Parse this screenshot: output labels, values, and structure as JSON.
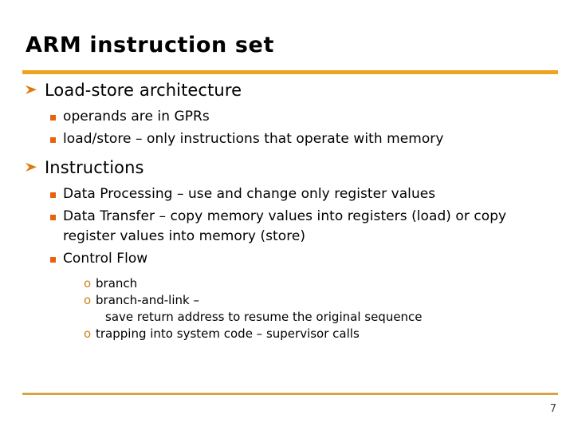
{
  "slide": {
    "title": "ARM instruction set",
    "page_number": "7",
    "accent_color_top_rule": "#EDA521",
    "accent_color_bottom_rule": "#D9A441",
    "marker_color_level1": "#E07B10",
    "marker_color_level2": "#E8620C",
    "marker_color_level3": "#D2811A",
    "text_color": "#000000"
  },
  "markers": {
    "level1": "arrow-bullet",
    "level2": "square-bullet",
    "level3": "o"
  },
  "content": {
    "b1": {
      "text": "Load-store architecture"
    },
    "b1_s1": {
      "text": "operands are in GPRs"
    },
    "b1_s2": {
      "text": "load/store – only instructions that operate with memory"
    },
    "b2": {
      "text": "Instructions"
    },
    "b2_s1": {
      "text": "Data Processing – use and change only register values"
    },
    "b2_s2": {
      "text": "Data Transfer – copy memory values into registers (load) or copy register values into memory (store)"
    },
    "b2_s3": {
      "text": "Control Flow"
    },
    "b2_s3_t1": {
      "text": "branch"
    },
    "b2_s3_t2": {
      "text": "branch-and-link –"
    },
    "b2_s3_t2_cont": {
      "text": "save return address to resume the original sequence"
    },
    "b2_s3_t3": {
      "text": "trapping into system code – supervisor calls"
    }
  }
}
